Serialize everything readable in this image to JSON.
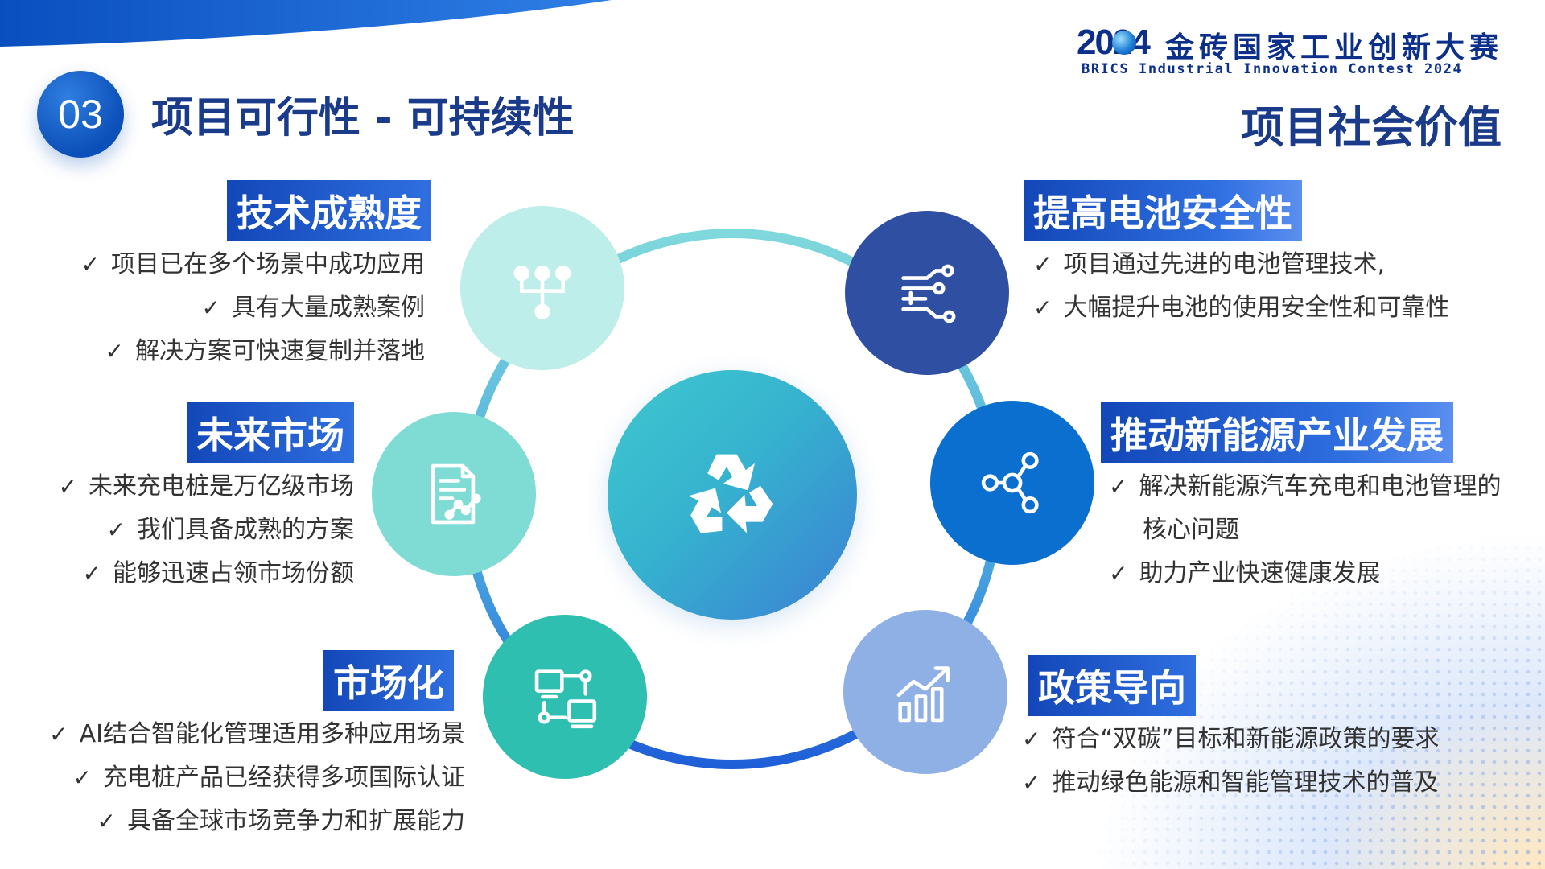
{
  "page": {
    "section_number": "03",
    "title": "项目可行性 - 可持续性",
    "subtitle": "项目社会价值"
  },
  "logo": {
    "year": "2024",
    "cn": "金砖国家工业创新大赛",
    "en": "BRICS Industrial Innovation Contest 2024"
  },
  "check_glyph": "✓",
  "blocks": {
    "tech_maturity": {
      "title": "技术成熟度",
      "items": [
        "项目已在多个场景中成功应用",
        "具有大量成熟案例",
        "解决方案可快速复制并落地"
      ]
    },
    "future_market": {
      "title": "未来市场",
      "items": [
        "未来充电桩是万亿级市场",
        "我们具备成熟的方案",
        "能够迅速占领市场份额"
      ]
    },
    "marketization": {
      "title": "市场化",
      "items": [
        "AI结合智能化管理适用多种应用场景",
        "充电桩产品已经获得多项国际认证",
        "具备全球市场竞争力和扩展能力"
      ]
    },
    "battery_safety": {
      "title": "提高电池安全性",
      "items": [
        "项目通过先进的电池管理技术,",
        "大幅提升电池的使用安全性和可靠性"
      ]
    },
    "new_energy": {
      "title": "推动新能源产业发展",
      "items": [
        "解决新能源汽车充电和电池管理的",
        "核心问题",
        "助力产业快速健康发展"
      ]
    },
    "policy": {
      "title": "政策导向",
      "items": [
        "符合“双碳”目标和新能源政策的要求",
        "推动绿色能源和智能管理技术的普及"
      ]
    }
  },
  "colors": {
    "primary": "#1a3a8a",
    "tag_blue": "#1347b8",
    "node_tech": "#bdeeea",
    "node_market": "#7fdcd4",
    "node_marketization": "#2fbfb0",
    "node_safety": "#2f4fa3",
    "node_energy": "#0b6fd0",
    "node_policy": "#8fb0e4"
  },
  "icons": {
    "center": "recycle-icon",
    "tech_maturity": "hierarchy-icon",
    "future_market": "report-chart-icon",
    "marketization": "network-computers-icon",
    "battery_safety": "circuit-icon",
    "new_energy": "share-nodes-icon",
    "policy": "growth-chart-icon"
  }
}
